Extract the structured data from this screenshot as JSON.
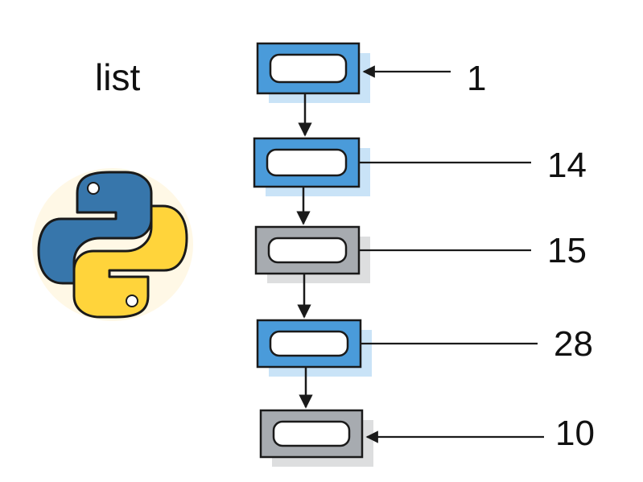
{
  "title": "list",
  "logo": {
    "name": "python-logo",
    "colors": {
      "blue": "#3776AB",
      "yellow": "#FFD43B"
    }
  },
  "colors": {
    "blue_fill": "#4A9BDA",
    "blue_shadow": "#C9E3F7",
    "gray_fill": "#A7ABB0",
    "gray_shadow": "#DDDEDF",
    "outline": "#1A1A1A",
    "inner": "#FFFFFF"
  },
  "nodes": [
    {
      "value": "1",
      "style": "blue",
      "pointer": "into-node"
    },
    {
      "value": "14",
      "style": "blue",
      "pointer": "plain"
    },
    {
      "value": "15",
      "style": "gray",
      "pointer": "plain"
    },
    {
      "value": "28",
      "style": "blue",
      "pointer": "plain"
    },
    {
      "value": "10",
      "style": "gray",
      "pointer": "into-node"
    }
  ]
}
